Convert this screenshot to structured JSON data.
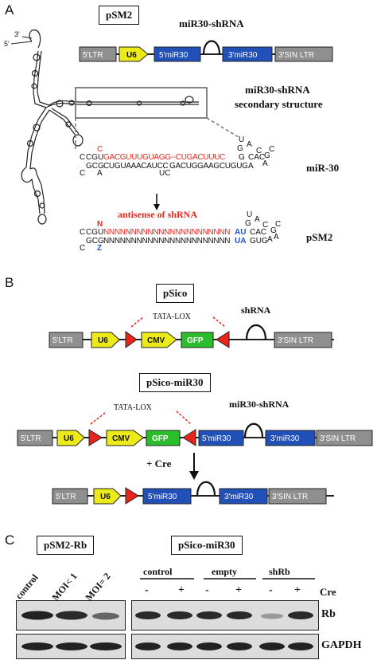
{
  "panels": {
    "a": "A",
    "b": "B",
    "c": "C"
  },
  "panel_a": {
    "title": "pSM2",
    "shrna_label": "miR30-shRNA",
    "secondary_label_1": "miR30-shRNA",
    "secondary_label_2": "secondary structure",
    "mir30_label": "miR-30",
    "psm2_label": "pSM2",
    "antisense_label": "antisense of shRNA",
    "stem_ends": [
      "3'",
      "5'"
    ],
    "construct": [
      "5'LTR",
      "U6",
      "5'miR30",
      "3'miR30",
      "3'SIN LTR"
    ],
    "mir30_seq": {
      "top_prefix": "CGU",
      "top_mark": "C",
      "top_red": "GACGUUUGUAGG--CUGACUUUC",
      "top_suffix": "G",
      "bottom_prefix": "GCG",
      "bottom_seq": "CUGUAAACAUCC",
      "bottom_mid": "GACUGGAAGCUGUG",
      "bottom_suffix": "A",
      "line0": "C",
      "line3_a": "C",
      "line3_b": "A",
      "line3_c": "UC",
      "loop_top": "U",
      "loop_a": "A",
      "loop_g": "G",
      "loop_c": "C",
      "loop_cac": "CAC",
      "loop_right_g": "G",
      "loop_right_a": "A",
      "loop_right_c": "C"
    },
    "psm2_seq": {
      "line0": "C",
      "top_prefix": "CGU",
      "n_mark": "N",
      "top_red": "NNNNNNNNNNNNNNNNNNNNNNN",
      "top_blue": "AU",
      "top_suffix": "CAC",
      "bottom_prefix": "GCG",
      "bottom_seq": "NNNNNNNNNNNNNNNNNNNNNNN",
      "bottom_blue": "UA",
      "bottom_suffix": "GUG",
      "z_mark": "Z",
      "a_mark": "A",
      "line3": "C",
      "loop_u": "U",
      "loop_a": "A",
      "loop_g": "G",
      "loop_c": "C",
      "loop_right_g": "G",
      "loop_right_a": "A",
      "loop_right_c": "C"
    }
  },
  "panel_b": {
    "psico_title": "pSico",
    "tatalox_1": "TATA-LOX",
    "shrna_1": "shRNA",
    "construct_1": [
      "5'LTR",
      "U6",
      "CMV",
      "GFP",
      "3'SIN LTR"
    ],
    "psico_mir30_title": "pSico-miR30",
    "tatalox_2": "TATA-LOX",
    "shrna_2": "miR30-shRNA",
    "construct_2": [
      "5'LTR",
      "U6",
      "CMV",
      "GFP",
      "5'miR30",
      "3'miR30",
      "3'SIN LTR"
    ],
    "cre_label": "+ Cre",
    "construct_3": [
      "5'LTR",
      "U6",
      "5'miR30",
      "3'miR30",
      "3'SIN LTR"
    ]
  },
  "panel_c": {
    "psm2rb_title": "pSM2-Rb",
    "psico_title": "pSico-miR30",
    "lanes_left": [
      "control",
      "MOI< 1",
      "MOI= 2"
    ],
    "groups": [
      "control",
      "empty",
      "shRb"
    ],
    "cre_signs": [
      "-",
      "+",
      "-",
      "+",
      "-",
      "+"
    ],
    "cre_label": "Cre",
    "rb_label": "Rb",
    "gapdh_label": "GAPDH"
  },
  "colors": {
    "gray_box": "#8f8f8f",
    "yellow_arrow": "#ecea18",
    "blue_box": "#2150b8",
    "green_box": "#2bbd2b",
    "red_triangle": "#e8251c",
    "seq_red": "#e8251c",
    "seq_blue": "#1c4fd6"
  }
}
